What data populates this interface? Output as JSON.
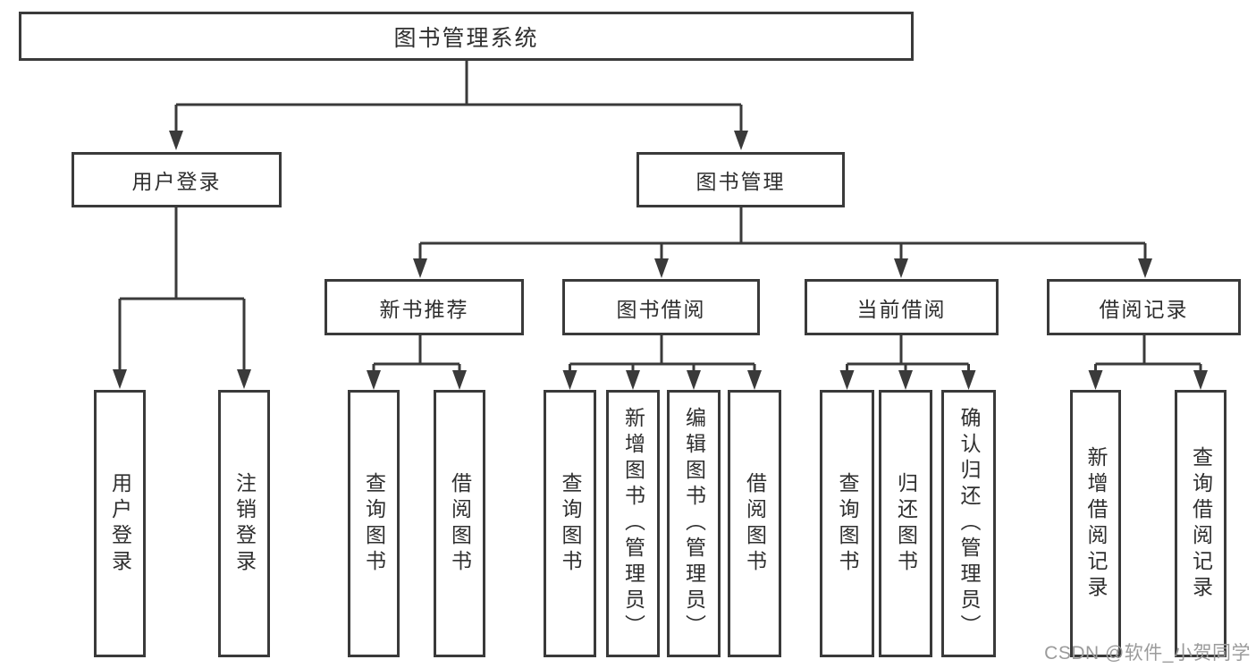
{
  "nodes": {
    "root": "图书管理系统",
    "user_login": "用户登录",
    "book_mgmt": "图书管理",
    "new_book": "新书推荐",
    "book_borrow": "图书借阅",
    "current_borrow": "当前借阅",
    "borrow_record": "借阅记录"
  },
  "leaves": {
    "user_login": [
      "用户登录",
      "注销登录"
    ],
    "new_book": [
      "查询图书",
      "借阅图书"
    ],
    "book_borrow": [
      "查询图书",
      "新增图书（管理员）",
      "编辑图书（管理员）",
      "借阅图书"
    ],
    "current_borrow": [
      "查询图书",
      "归还图书",
      "确认归还（管理员）"
    ],
    "borrow_record": [
      "新增借阅记录",
      "查询借阅记录"
    ]
  },
  "watermark": "CSDN @软件_小贺同学",
  "colors": {
    "line": "#3a3a3a",
    "box_border": "#3a3a3a",
    "box_fill": "#ffffff",
    "text": "#2f2f2f",
    "watermark": "#9b9b9b",
    "background": "#ffffff"
  }
}
